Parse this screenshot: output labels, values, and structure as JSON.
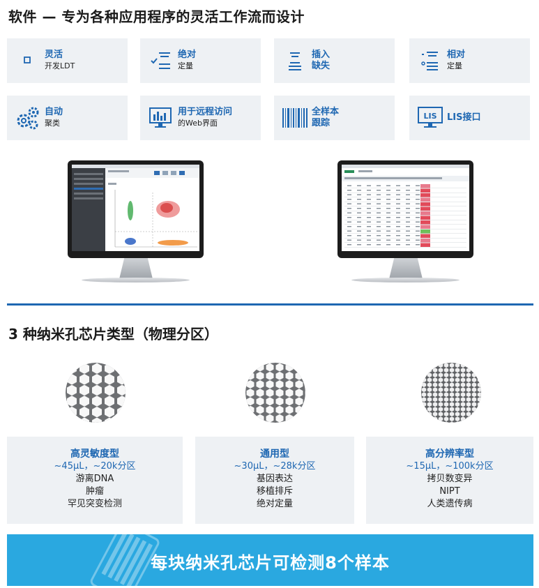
{
  "software": {
    "heading": "软件 — 专为各种应用程序的灵活工作流而设计",
    "features": [
      {
        "line1": "灵活",
        "line2": "开发LDT",
        "icon": "square-dot-icon"
      },
      {
        "line1": "绝对",
        "line2": "定量",
        "icon": "check-bars-icon"
      },
      {
        "line1": "插入",
        "line2": "缺失",
        "icon": "stacked-lines-icon"
      },
      {
        "line1": "相对",
        "line2": "定量",
        "icon": "relative-bars-icon"
      },
      {
        "line1": "自动",
        "line2": "聚类",
        "icon": "gears-icon"
      },
      {
        "line1": "用于远程访问",
        "line2": "的Web界面",
        "icon": "monitor-chart-icon"
      },
      {
        "line1": "全样本",
        "line2": "跟踪",
        "icon": "barcode-icon"
      },
      {
        "line1": "LIS接口",
        "line2": "",
        "icon": "lis-monitor-icon"
      }
    ]
  },
  "chips": {
    "heading": "3 种纳米孔芯片类型（物理分区）",
    "types": [
      {
        "name": "高灵敏度型",
        "spec": "~45μL，~20k分区",
        "apps": [
          "游离DNA",
          "肿瘤",
          "罕见突变检测"
        ]
      },
      {
        "name": "通用型",
        "spec": "~30μL，~28k分区",
        "apps": [
          "基因表达",
          "移植排斥",
          "绝对定量"
        ]
      },
      {
        "name": "高分辨率型",
        "spec": "~15μL，~100k分区",
        "apps": [
          "拷贝数变异",
          "NIPT",
          "人类遗传病"
        ]
      }
    ]
  },
  "banner": {
    "text": "每块纳米孔芯片可检测8个样本"
  },
  "colors": {
    "accent": "#1e67b2",
    "banner": "#2aa8e0",
    "card": "#eef1f4"
  }
}
